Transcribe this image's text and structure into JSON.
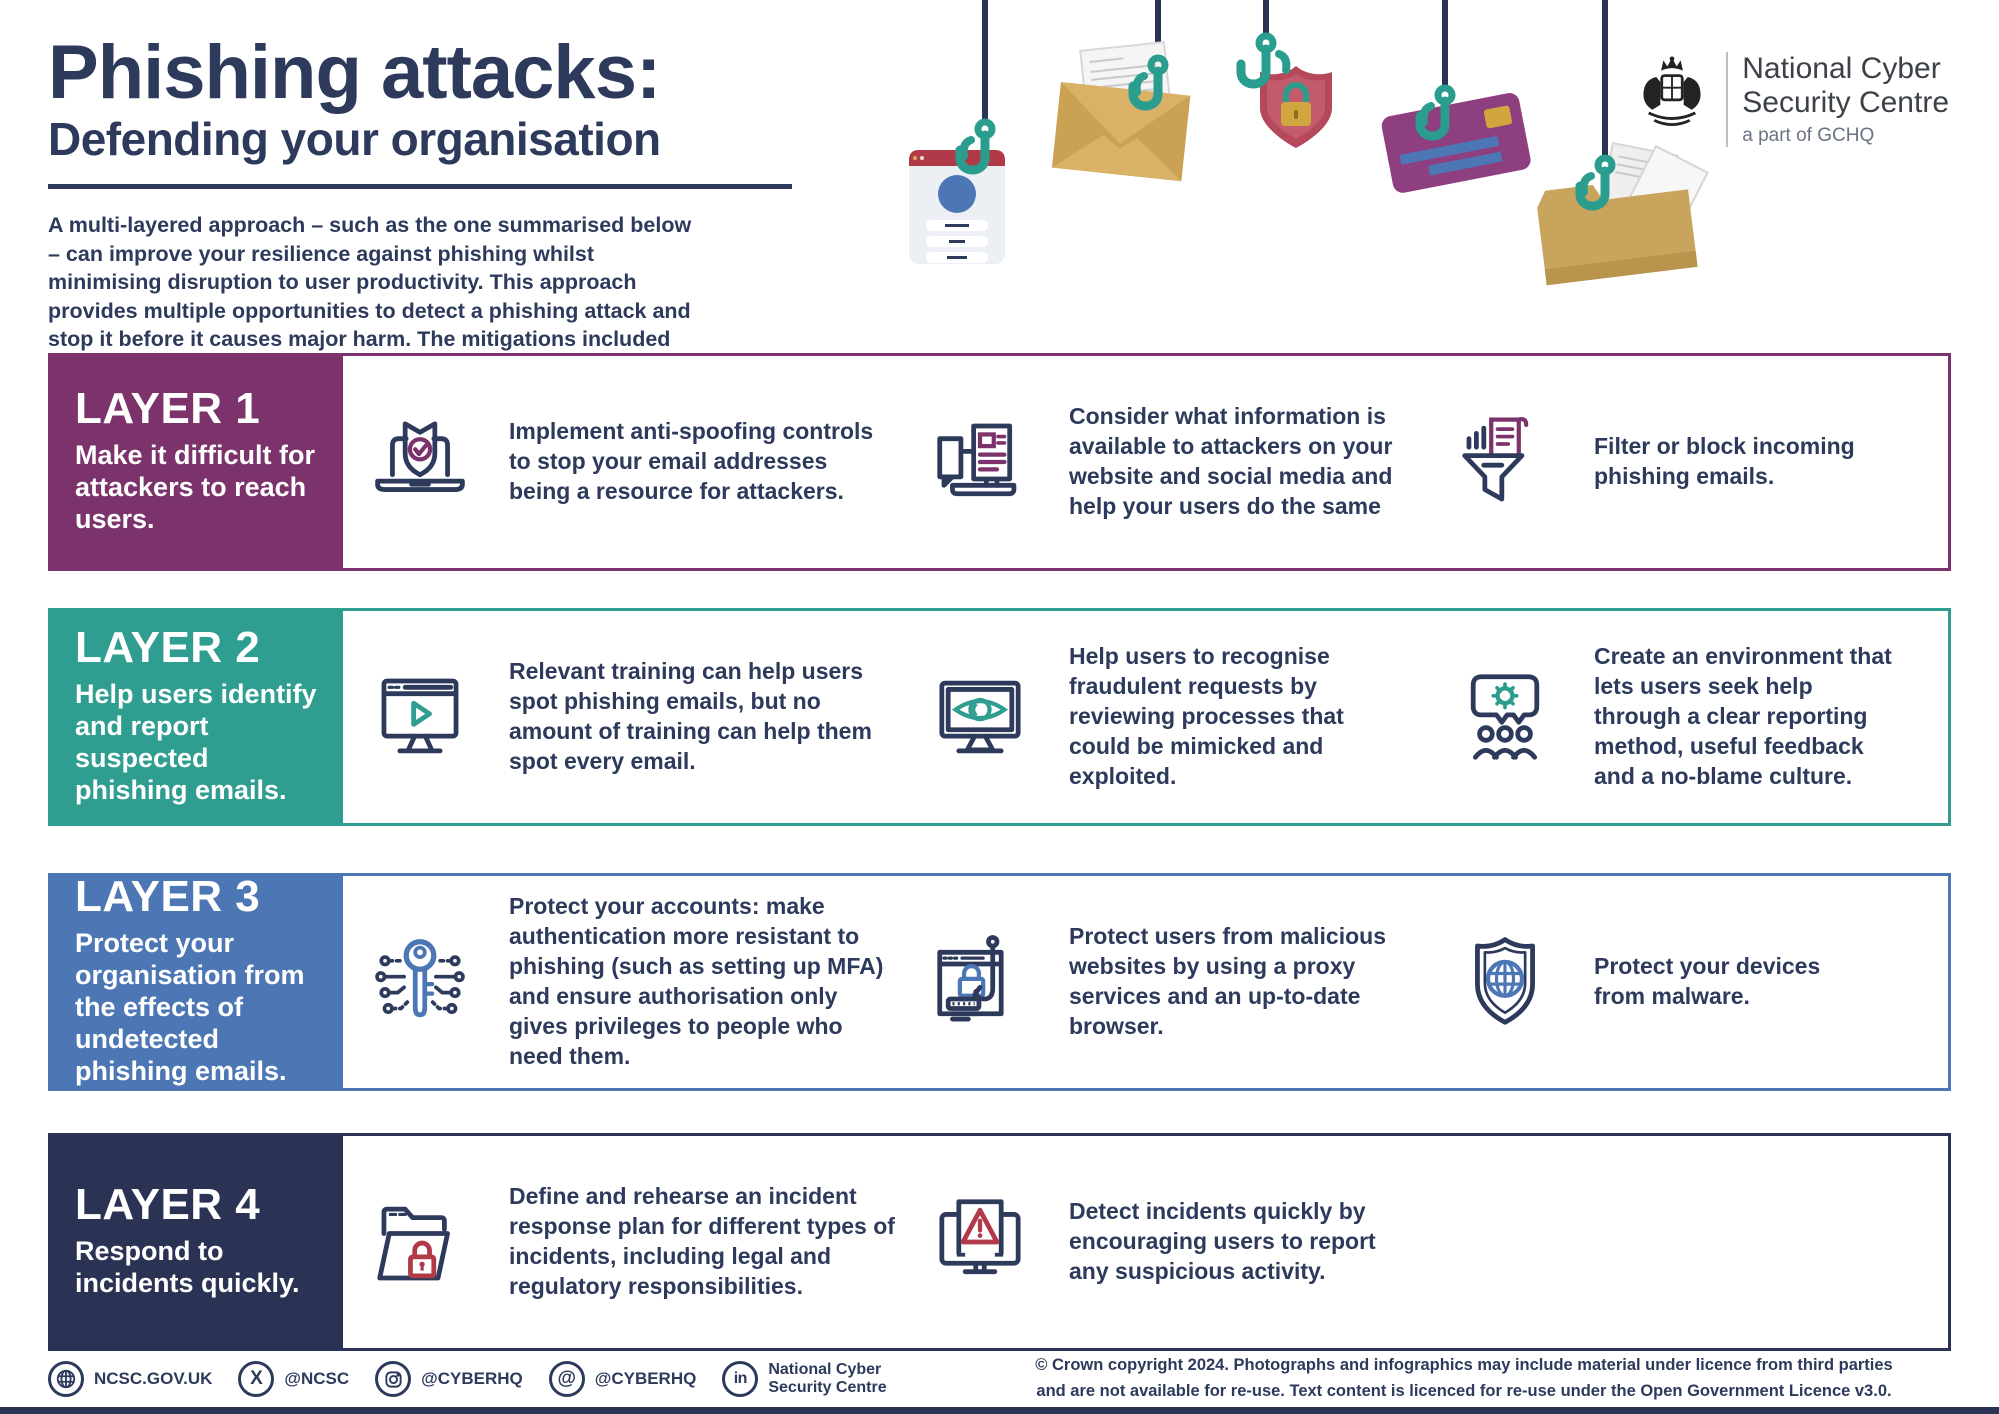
{
  "page": {
    "title": "Phishing attacks:",
    "subtitle": "Defending your organisation",
    "intro": "A multi-layered approach – such as the one summarised below – can improve your resilience against phishing whilst minimising disruption to user productivity. This approach provides multiple opportunities to detect a phishing attack and stop it before it causes major harm. The mitigations included are also useful against other types of cyber attack."
  },
  "logo": {
    "org_line1": "National Cyber",
    "org_line2": "Security Centre",
    "tagline": "a part of GCHQ"
  },
  "decoration": {
    "items": [
      "login-form-card",
      "envelope-letter",
      "shield-padlock",
      "credit-card",
      "folder-documents"
    ]
  },
  "colors": {
    "layer1": "#7c336c",
    "layer2": "#2f9e90",
    "layer3": "#4c77b4",
    "layer4": "#2b3355",
    "text_navy": "#2d3a5c",
    "accent_red": "#b03a48",
    "hook_teal": "#2a9d8f",
    "gold": "#d2ac61"
  },
  "layers": [
    {
      "title": "LAYER 1",
      "subtitle": "Make it difficult for attackers to reach users.",
      "items": [
        {
          "icon": "laptop-shield-check-icon",
          "text": "Implement anti-spoofing controls to stop your email addresses being a resource for attackers."
        },
        {
          "icon": "website-information-icon",
          "text": "Consider what information is available to attackers on your website and social media and help your users do the same"
        },
        {
          "icon": "filter-emails-icon",
          "text": "Filter or block incoming phishing emails."
        }
      ]
    },
    {
      "title": "LAYER 2",
      "subtitle": "Help users identify and report suspected phishing emails.",
      "items": [
        {
          "icon": "training-video-icon",
          "text": "Relevant training can help users spot phishing emails, but no amount of training can help them spot every email."
        },
        {
          "icon": "monitor-eye-icon",
          "text": "Help users to recognise fraudulent requests by reviewing processes that could be mimicked and exploited."
        },
        {
          "icon": "reporting-culture-icon",
          "text": "Create an environment that lets users seek help through a clear reporting method, useful feedback and a no-blame culture."
        }
      ]
    },
    {
      "title": "LAYER 3",
      "subtitle": "Protect your organisation from the effects of undetected phishing emails.",
      "items": [
        {
          "icon": "digital-key-icon",
          "text": "Protect your accounts: make authentication more resistant to phishing (such as setting up MFA) and ensure authorisation only gives privileges to people who need them."
        },
        {
          "icon": "browser-lock-hook-icon",
          "text": "Protect users from malicious websites by using a proxy services and an up-to-date browser."
        },
        {
          "icon": "shield-globe-icon",
          "text": "Protect your devices from malware."
        }
      ]
    },
    {
      "title": "LAYER 4",
      "subtitle": "Respond to incidents quickly.",
      "items": [
        {
          "icon": "folder-lock-icon",
          "text": "Define and rehearse an incident response plan for different types of incidents, including legal and regulatory responsibilities."
        },
        {
          "icon": "monitor-warning-icon",
          "text": "Detect incidents quickly by encouraging users to report any suspicious activity."
        }
      ]
    }
  ],
  "footer": {
    "social": [
      {
        "icon": "globe-icon",
        "label": "NCSC.GOV.UK"
      },
      {
        "icon": "x-icon",
        "label": "@NCSC"
      },
      {
        "icon": "instagram-icon",
        "label": "@CYBERHQ"
      },
      {
        "icon": "threads-icon",
        "label": "@CYBERHQ"
      },
      {
        "icon": "linkedin-icon",
        "label": "National Cyber Security Centre"
      }
    ],
    "copyright_line1": "© Crown copyright 2024. Photographs and infographics may include material under licence from third parties",
    "copyright_line2": "and are not available for re-use. Text content is licenced for re-use under the Open Government Licence v3.0."
  }
}
